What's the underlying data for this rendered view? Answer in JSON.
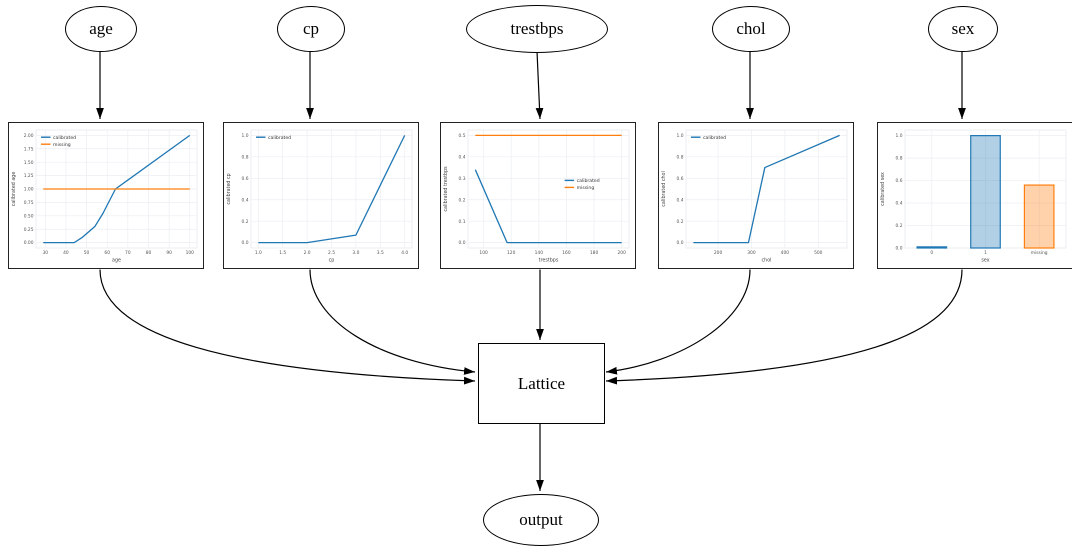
{
  "diagram": {
    "nodes": {
      "age": {
        "label": "age"
      },
      "cp": {
        "label": "cp"
      },
      "trestbps": {
        "label": "trestbps"
      },
      "chol": {
        "label": "chol"
      },
      "sex": {
        "label": "sex"
      },
      "lattice": {
        "label": "Lattice"
      },
      "output": {
        "label": "output"
      }
    },
    "edges": [
      {
        "from": "age",
        "to": "age-calibrator"
      },
      {
        "from": "cp",
        "to": "cp-calibrator"
      },
      {
        "from": "trestbps",
        "to": "trestbps-calibrator"
      },
      {
        "from": "chol",
        "to": "chol-calibrator"
      },
      {
        "from": "sex",
        "to": "sex-calibrator"
      },
      {
        "from": "age-calibrator",
        "to": "Lattice"
      },
      {
        "from": "cp-calibrator",
        "to": "Lattice"
      },
      {
        "from": "trestbps-calibrator",
        "to": "Lattice"
      },
      {
        "from": "chol-calibrator",
        "to": "Lattice"
      },
      {
        "from": "sex-calibrator",
        "to": "Lattice"
      },
      {
        "from": "Lattice",
        "to": "output"
      }
    ]
  },
  "colors": {
    "calibrated": "#1f77b4",
    "missing": "#ff7f0e",
    "edge": "#000000",
    "grid": "#ebeef2",
    "tick_text": "#555555",
    "axis_text": "#444444",
    "bar_fill_blue": "rgba(31,119,180,0.35)",
    "bar_fill_orange": "rgba(255,127,14,0.35)"
  },
  "chart_data": [
    {
      "id": "age",
      "type": "line",
      "xlabel": "age",
      "ylabel": "calibrated age",
      "xlim": [
        25.5,
        103.5
      ],
      "ylim": [
        -0.1,
        2.1
      ],
      "xticks": [
        30,
        40,
        50,
        60,
        70,
        80,
        90,
        100
      ],
      "xtick_decimals": 0,
      "yticks": [
        0.0,
        0.25,
        0.5,
        0.75,
        1.0,
        1.25,
        1.5,
        1.75,
        2.0
      ],
      "ytick_decimals": 2,
      "grid": true,
      "legend": {
        "show": true,
        "position": "top-left",
        "entries": [
          "calibrated",
          "missing"
        ]
      },
      "series": [
        {
          "name": "calibrated",
          "color": "#1f77b4",
          "points": [
            [
              29,
              0
            ],
            [
              44,
              0
            ],
            [
              48,
              0.1
            ],
            [
              54,
              0.3
            ],
            [
              58,
              0.55
            ],
            [
              64,
              1.0
            ],
            [
              100,
              2.0
            ]
          ]
        },
        {
          "name": "missing",
          "color": "#ff7f0e",
          "points": [
            [
              29,
              1.0
            ],
            [
              100,
              1.0
            ]
          ]
        }
      ]
    },
    {
      "id": "cp",
      "type": "line",
      "xlabel": "cp",
      "ylabel": "calibrated cp",
      "xlim": [
        0.85,
        4.15
      ],
      "ylim": [
        -0.05,
        1.05
      ],
      "xticks": [
        1.0,
        1.5,
        2.0,
        2.5,
        3.0,
        3.5,
        4.0
      ],
      "xtick_decimals": 1,
      "yticks": [
        0.0,
        0.2,
        0.4,
        0.6,
        0.8,
        1.0
      ],
      "ytick_decimals": 1,
      "grid": true,
      "legend": {
        "show": true,
        "position": "top-left",
        "entries": [
          "calibrated"
        ]
      },
      "series": [
        {
          "name": "calibrated",
          "color": "#1f77b4",
          "points": [
            [
              1,
              0
            ],
            [
              2,
              0
            ],
            [
              3,
              0.07
            ],
            [
              4,
              1.0
            ]
          ]
        }
      ]
    },
    {
      "id": "trestbps",
      "type": "line",
      "xlabel": "trestbps",
      "ylabel": "calibrated trestbps",
      "xlim": [
        88.7,
        205.3
      ],
      "ylim": [
        -0.025,
        0.525
      ],
      "xticks": [
        100,
        120,
        140,
        160,
        180,
        200
      ],
      "xtick_decimals": 0,
      "yticks": [
        0.0,
        0.1,
        0.2,
        0.3,
        0.4,
        0.5
      ],
      "ytick_decimals": 1,
      "grid": true,
      "legend": {
        "show": true,
        "position": "center-right",
        "entries": [
          "calibrated",
          "missing"
        ]
      },
      "series": [
        {
          "name": "calibrated",
          "color": "#1f77b4",
          "points": [
            [
              94,
              0.34
            ],
            [
              117,
              0
            ],
            [
              200,
              0
            ]
          ]
        },
        {
          "name": "missing",
          "color": "#ff7f0e",
          "points": [
            [
              94,
              0.5
            ],
            [
              200,
              0.5
            ]
          ]
        }
      ]
    },
    {
      "id": "chol",
      "type": "line",
      "xlabel": "chol",
      "ylabel": "calibrated chol",
      "xlim": [
        104,
        586
      ],
      "ylim": [
        -0.05,
        1.05
      ],
      "xticks": [
        200,
        300,
        400,
        500
      ],
      "xtick_decimals": 0,
      "yticks": [
        0.0,
        0.2,
        0.4,
        0.6,
        0.8,
        1.0
      ],
      "ytick_decimals": 1,
      "grid": true,
      "legend": {
        "show": true,
        "position": "top-left",
        "entries": [
          "calibrated"
        ]
      },
      "series": [
        {
          "name": "calibrated",
          "color": "#1f77b4",
          "points": [
            [
              126,
              0
            ],
            [
              291,
              0
            ],
            [
              340,
              0.7
            ],
            [
              564,
              1.0
            ]
          ]
        }
      ]
    },
    {
      "id": "sex",
      "type": "bar",
      "xlabel": "sex",
      "ylabel": "calibrated sex",
      "categories": [
        "0",
        "1",
        "missing"
      ],
      "values": [
        0.01,
        1.0,
        0.56
      ],
      "bar_edge_colors": [
        "#1f77b4",
        "#1f77b4",
        "#ff7f0e"
      ],
      "bar_fill_colors": [
        "rgba(31,119,180,0.35)",
        "rgba(31,119,180,0.35)",
        "rgba(255,127,14,0.35)"
      ],
      "ylim": [
        0,
        1.05
      ],
      "yticks": [
        0.0,
        0.2,
        0.4,
        0.6,
        0.8,
        1.0
      ],
      "ytick_decimals": 1,
      "grid": true,
      "legend": {
        "show": false,
        "position": "",
        "entries": []
      },
      "series": []
    }
  ]
}
